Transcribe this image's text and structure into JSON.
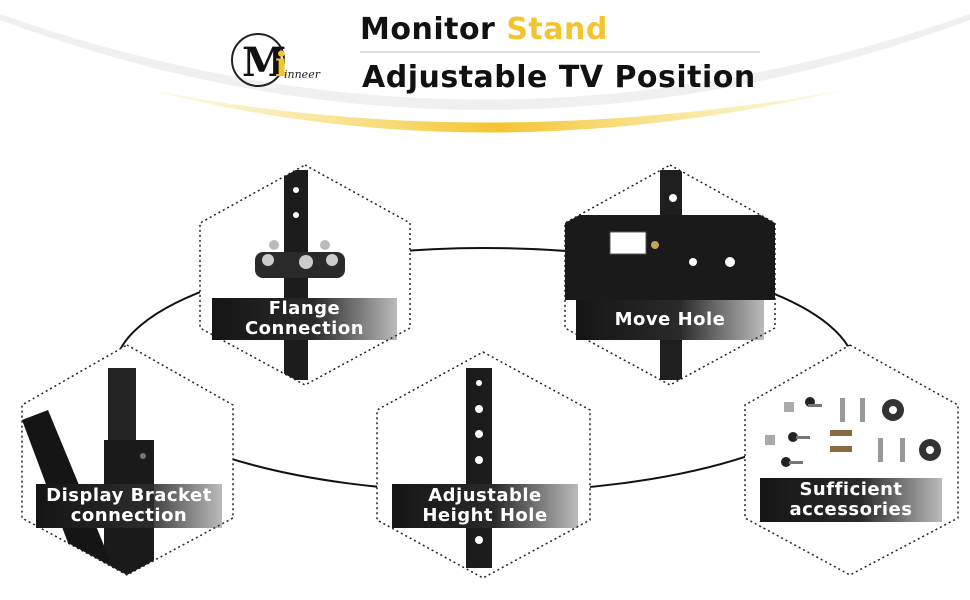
{
  "header": {
    "title_part1": "Monitor",
    "title_accent": "Stand",
    "subtitle": "Adjustable TV Position",
    "accent_color": "#f4c430"
  },
  "logo": {
    "monogram": "M",
    "accent_letter": "i",
    "wordmark": "inneer"
  },
  "features": [
    {
      "id": "flange",
      "label_line1": "Flange",
      "label_line2": "Connection"
    },
    {
      "id": "move-hole",
      "label_line1": "Move Hole",
      "label_line2": ""
    },
    {
      "id": "bracket",
      "label_line1": "Display Bracket",
      "label_line2": "connection"
    },
    {
      "id": "height-hole",
      "label_line1": "Adjustable",
      "label_line2": "Height Hole"
    },
    {
      "id": "accessories",
      "label_line1": "Sufficient",
      "label_line2": "accessories"
    }
  ]
}
